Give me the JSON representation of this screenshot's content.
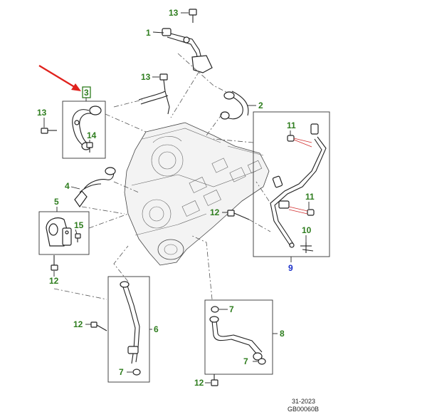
{
  "callouts": {
    "c13a": "13",
    "c1": "1",
    "c13b": "13",
    "c3": "3",
    "c13c": "13",
    "c14": "14",
    "c2": "2",
    "c11a": "11",
    "c11b": "11",
    "c10": "10",
    "c9": "9",
    "c4": "4",
    "c5": "5",
    "c15": "15",
    "c12a": "12",
    "c12b": "12",
    "c12c": "12",
    "c6": "6",
    "c7a": "7",
    "c7b": "7",
    "c7c": "7",
    "c8": "8",
    "c12d": "12"
  },
  "footer": {
    "date": "31-2023",
    "code": "GB00060B"
  },
  "colors": {
    "callout_green": "#2e7d1e",
    "callout_blue": "#1a2fc9",
    "highlight_arrow": "#e0211c"
  }
}
